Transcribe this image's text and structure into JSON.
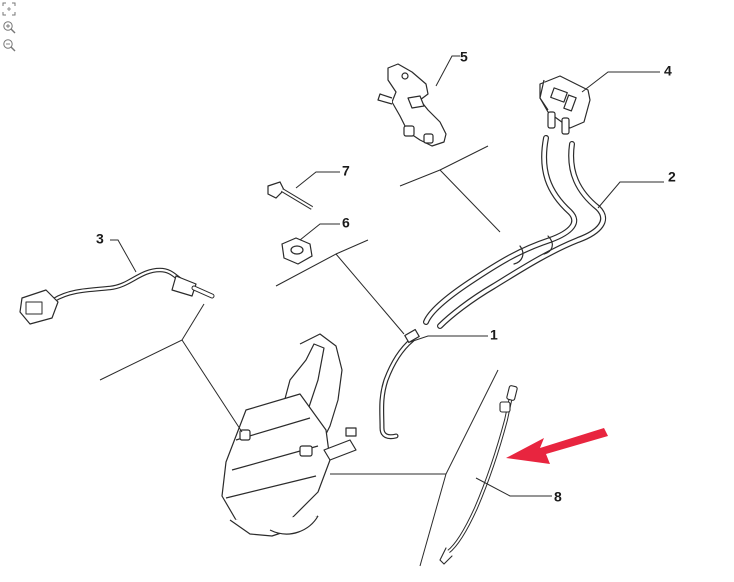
{
  "toolbar": {
    "buttons": [
      {
        "name": "fit-to-screen-icon"
      },
      {
        "name": "zoom-in-icon"
      },
      {
        "name": "zoom-out-icon"
      }
    ]
  },
  "diagram": {
    "callouts": [
      {
        "id": "callout-1",
        "label": "1"
      },
      {
        "id": "callout-2",
        "label": "2"
      },
      {
        "id": "callout-3",
        "label": "3"
      },
      {
        "id": "callout-4",
        "label": "4"
      },
      {
        "id": "callout-5",
        "label": "5"
      },
      {
        "id": "callout-6",
        "label": "6"
      },
      {
        "id": "callout-7",
        "label": "7"
      },
      {
        "id": "callout-8",
        "label": "8"
      }
    ],
    "highlight_arrow_color": "#e8253f",
    "line_color": "#2b2b2b"
  }
}
